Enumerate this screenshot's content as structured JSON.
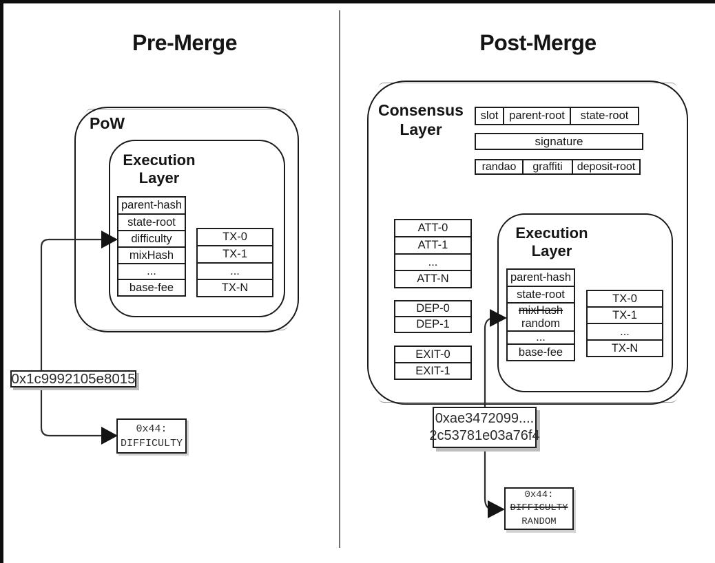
{
  "pre": {
    "title": "Pre-Merge",
    "pow_label": "PoW",
    "exec_label_line1": "Execution",
    "exec_label_line2": "Layer",
    "fields": [
      "parent-hash",
      "state-root",
      "difficulty",
      "mixHash",
      "...",
      "base-fee"
    ],
    "txs": [
      "TX-0",
      "TX-1",
      "...",
      "TX-N"
    ],
    "hash_label": "0x1c9992105e8015",
    "storage": {
      "slot": "0x44:",
      "value": "DIFFICULTY"
    }
  },
  "post": {
    "title": "Post-Merge",
    "consensus_label_line1": "Consensus",
    "consensus_label_line2": "Layer",
    "beacon_row1": [
      "slot",
      "parent-root",
      "state-root"
    ],
    "beacon_row2": [
      "signature"
    ],
    "beacon_row3": [
      "randao",
      "graffiti",
      "deposit-root"
    ],
    "attestations": [
      "ATT-0",
      "ATT-1",
      "...",
      "ATT-N"
    ],
    "deposits": [
      "DEP-0",
      "DEP-1"
    ],
    "exits": [
      "EXIT-0",
      "EXIT-1"
    ],
    "exec_label_line1": "Execution",
    "exec_label_line2": "Layer",
    "fields": {
      "top": [
        "parent-hash",
        "state-root"
      ],
      "struck": "mixHash",
      "replacement": "random",
      "bottom": [
        "...",
        "base-fee"
      ]
    },
    "txs": [
      "TX-0",
      "TX-1",
      "...",
      "TX-N"
    ],
    "hash_label_line1": "0xae3472099....",
    "hash_label_line2": "2c53781e03a76f4",
    "storage": {
      "slot": "0x44:",
      "struck": "DIFFICULTY",
      "value": "RANDOM"
    }
  },
  "colors": {
    "ink": "#1a1a1a",
    "divider": "#6f6f6f",
    "shadow": "#bdbdbd"
  }
}
